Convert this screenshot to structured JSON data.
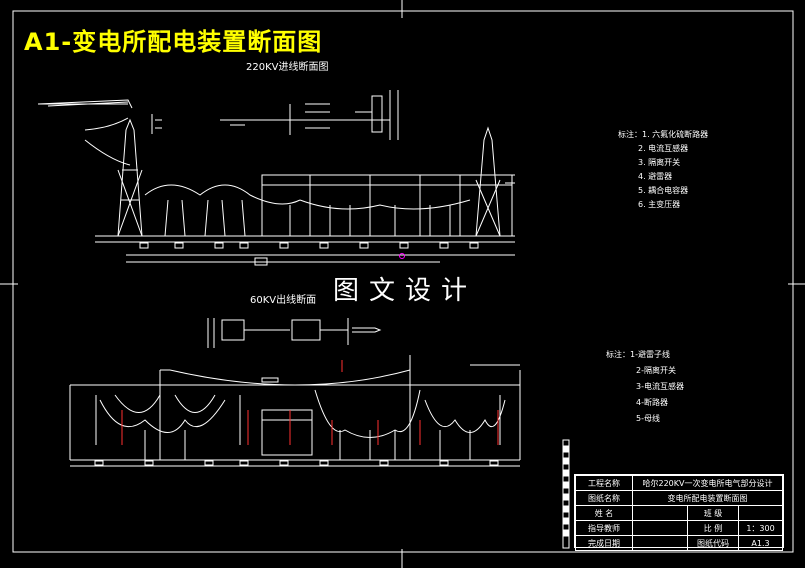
{
  "drawing": {
    "title": "A1-变电所配电装置断面图",
    "section_220_title": "220KV进线断面图",
    "section_60_title": "60KV出线断面",
    "watermark": "图文设计"
  },
  "legend_220": {
    "items": [
      "标注：1. 六氟化硫断路器",
      "2. 电流互感器",
      "3. 隔离开关",
      "4. 避雷器",
      "5. 耦合电容器",
      "6. 主变压器"
    ]
  },
  "legend_60": {
    "items": [
      "标注：1-避雷子线",
      "2-隔离开关",
      "3-电流互感器",
      "4-断路器",
      "5-母线"
    ]
  },
  "title_block": {
    "project_label": "工程名称",
    "project_value": "哈尔220KV一次变电所电气部分设计",
    "drawing_name_label": "图纸名称",
    "drawing_name_value": "变电所配电装置断面图",
    "name_label": "姓 名",
    "grade_label": "班 级",
    "advisor_label": "指导教师",
    "scale_label": "比 例",
    "scale_value": "1：300",
    "date_label": "完成日期",
    "code_label": "图纸代码",
    "code_value": "A1.3"
  },
  "colors": {
    "background": "#000000",
    "line": "#ffffff",
    "title": "#ffff00",
    "accent_red": "#ff3030",
    "accent_magenta": "#ff00ff"
  }
}
